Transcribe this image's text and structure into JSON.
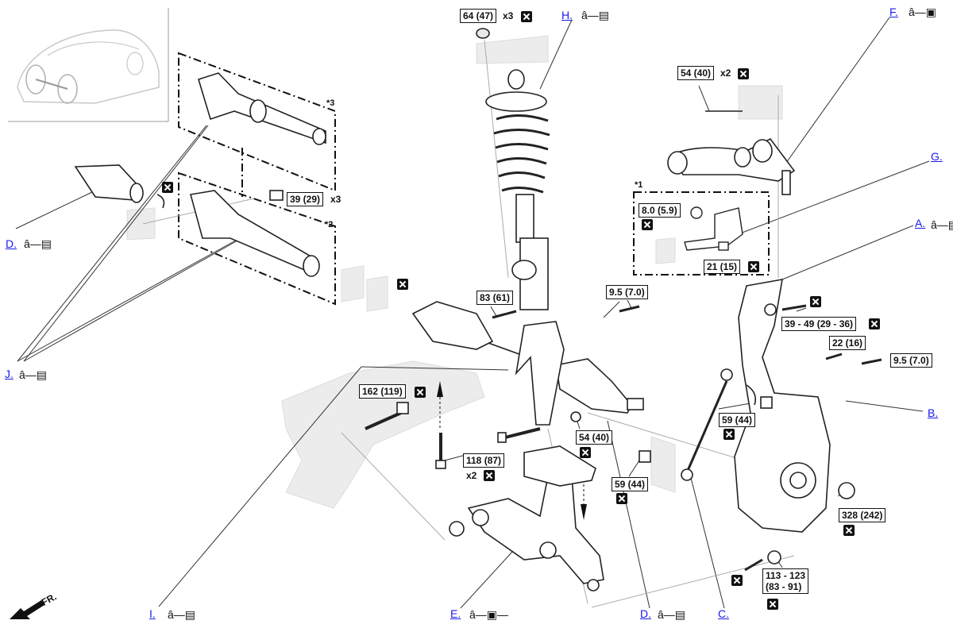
{
  "labels": {
    "h": {
      "text": "H.",
      "sym": "â—▤"
    },
    "f": {
      "text": "F.",
      "sym": "â—▣"
    },
    "g": {
      "text": "G.",
      "sym": ""
    },
    "a": {
      "text": "A.",
      "sym": "â—▤"
    },
    "b": {
      "text": "B.",
      "sym": ""
    },
    "c": {
      "text": "C.",
      "sym": ""
    },
    "d_left": {
      "text": "D.",
      "sym": "â—▤"
    },
    "d_bottom": {
      "text": "D.",
      "sym": "â—▤"
    },
    "e": {
      "text": "E.",
      "sym": "â—▣—"
    },
    "i": {
      "text": "I.",
      "sym": "â—▤"
    },
    "j": {
      "text": "J.",
      "sym": "â—▤"
    }
  },
  "torques": {
    "t64": "64 (47)",
    "t54a": "54 (40)",
    "t39": "39 (29)",
    "t8": "8.0 (5.9)",
    "t21": "21 (15)",
    "t83": "83 (61)",
    "t95a": "9.5 (7.0)",
    "t3949": "39 - 49 (29 - 36)",
    "t22": "22 (16)",
    "t95b": "9.5 (7.0)",
    "t162": "162 (119)",
    "t59a": "59 (44)",
    "t54b": "54 (40)",
    "t118": "118 (87)",
    "t59b": "59 (44)",
    "t328": "328 (242)",
    "t113": "113 - 123",
    "t113b": "(83 - 91)"
  },
  "multipliers": {
    "m64": "x3",
    "m54": "x2",
    "m39": "x3",
    "m118": "x2"
  },
  "stars": {
    "s3": "*3",
    "s2": "*2",
    "s1": "*1"
  },
  "direction": "FR."
}
